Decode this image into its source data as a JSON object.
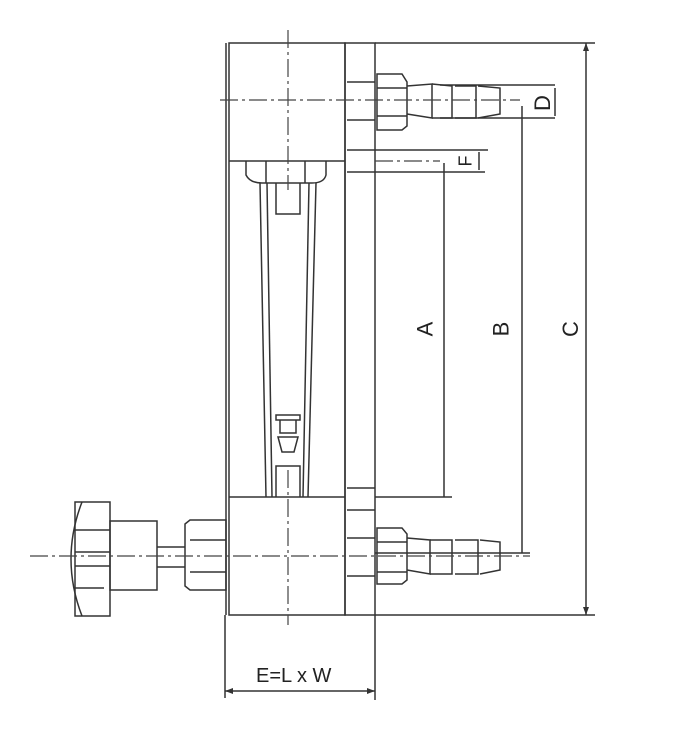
{
  "diagram": {
    "type": "flowmeter dimension drawing",
    "colors": {
      "line": "#333333",
      "background": "#ffffff"
    },
    "dimension_labels": {
      "A": "A",
      "B": "B",
      "C": "C",
      "D": "D",
      "F": "F",
      "E": "E=L x W"
    }
  }
}
